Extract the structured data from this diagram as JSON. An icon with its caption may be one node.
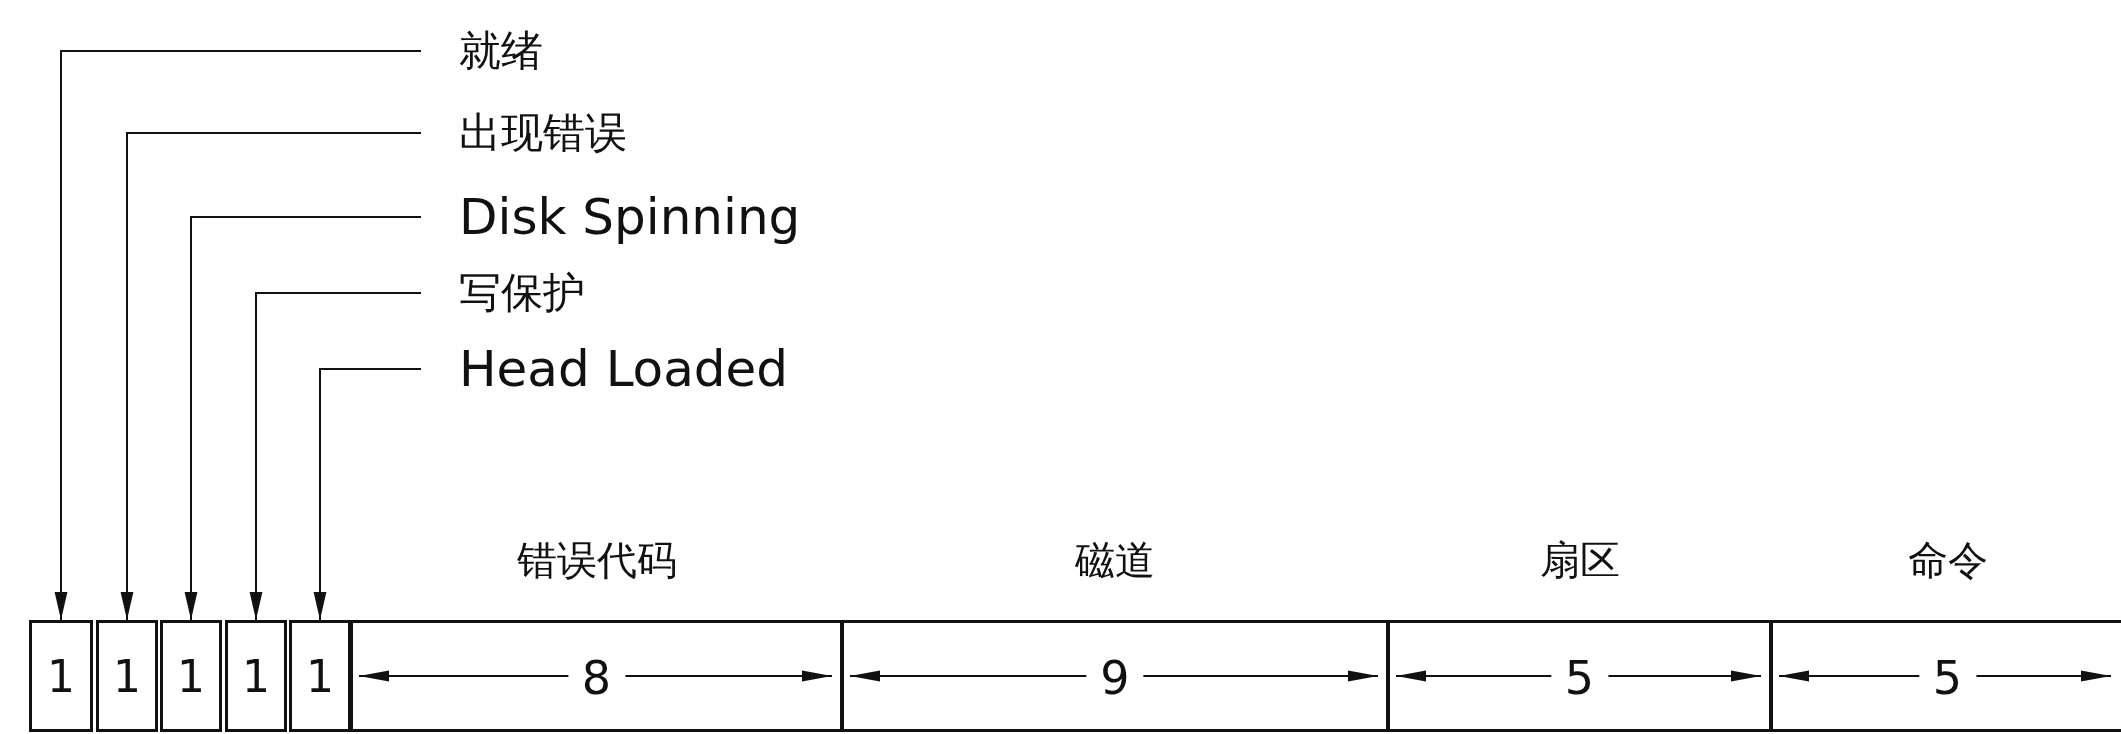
{
  "diagram": {
    "nodes": [
      {
        "text": [
          "就绪"
        ]
      },
      {
        "text": [
          "出现错误"
        ]
      },
      {
        "text": [
          "Disk Spinning"
        ]
      },
      {
        "text": [
          "写保护"
        ]
      },
      {
        "text": [
          "Head Loaded"
        ]
      },
      {
        "text": [
          "1"
        ]
      },
      {
        "text": [
          "1"
        ]
      },
      {
        "text": [
          "1"
        ]
      },
      {
        "text": [
          "1"
        ]
      },
      {
        "text": [
          "1"
        ]
      },
      {
        "text": [
          "错误代码",
          "8"
        ]
      },
      {
        "text": [
          "磁道",
          "9"
        ]
      },
      {
        "text": [
          "扇区",
          "5"
        ]
      },
      {
        "text": [
          "命令",
          "5"
        ]
      }
    ],
    "edges": [
      {
        "from": 0,
        "to": 5,
        "arrow": "to"
      },
      {
        "from": 1,
        "to": 6,
        "arrow": "to"
      },
      {
        "from": 2,
        "to": 7,
        "arrow": "to"
      },
      {
        "from": 3,
        "to": 8,
        "arrow": "to"
      },
      {
        "from": 4,
        "to": 9,
        "arrow": "to"
      }
    ]
  }
}
